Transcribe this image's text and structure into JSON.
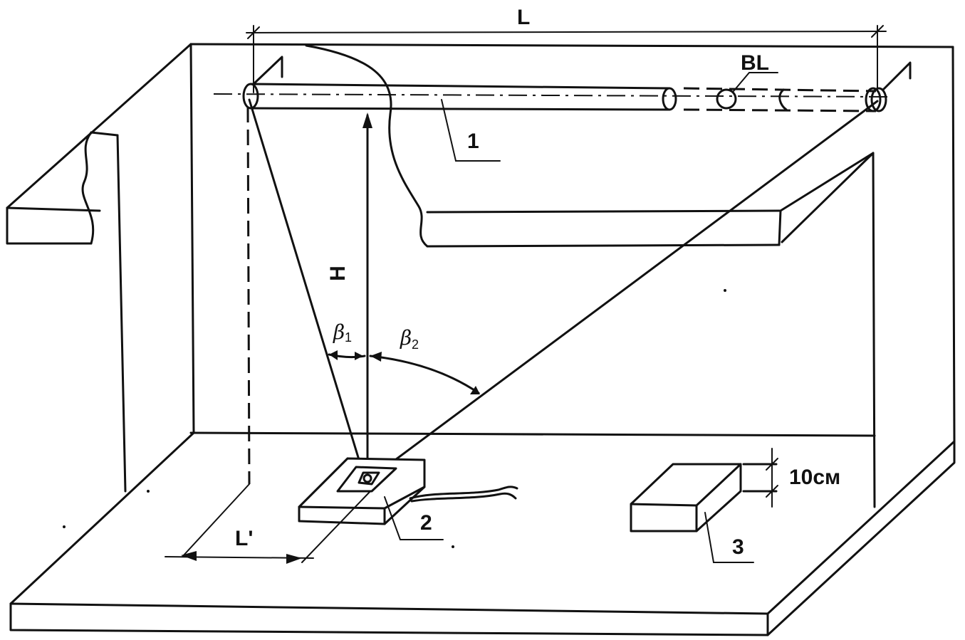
{
  "labels": {
    "L": "L",
    "BL": "BL",
    "one": "1",
    "H": "H",
    "beta1": "β",
    "beta1_sub": "1",
    "beta2": "β",
    "beta2_sub": "2",
    "two": "2",
    "Lprime": "L'",
    "three": "3",
    "ten_cm": "10см"
  }
}
